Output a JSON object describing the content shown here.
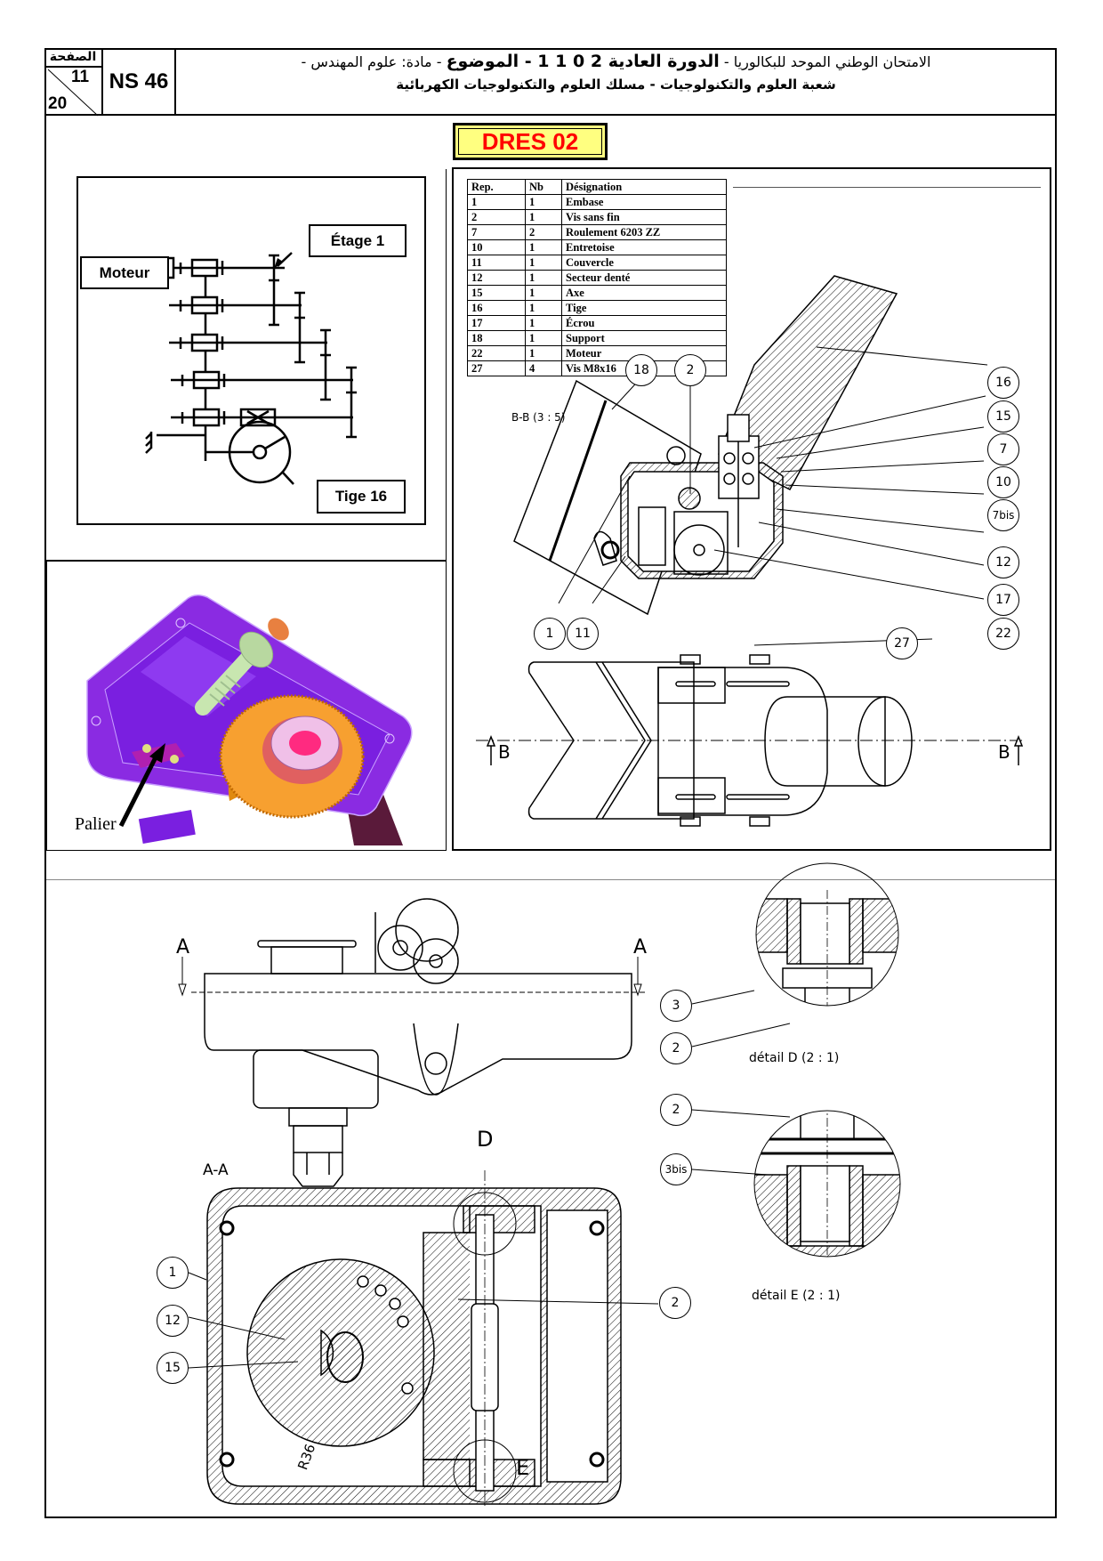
{
  "header": {
    "page_label": "الصفحة",
    "page_current": "11",
    "page_total": "20",
    "code": "NS 46",
    "line1_prefix": "الامتحان الوطني الموحد للبكالوريا - ",
    "line1_session": "الدورة العادية",
    "line1_year": " 2 0 1 1 - ",
    "line1_subject_label": "الموضوع",
    "line1_suffix": " - مادة: علوم المهندس -",
    "line2": "شعبة العلوم والتكنولوجيات -  مسلك العلوم والتكنولوجيات الكهربائية"
  },
  "document_title": "DRES 02",
  "kinematic_diagram": {
    "labels": {
      "motor": "Moteur",
      "stage": "Étage 1",
      "rod": "Tige 16"
    }
  },
  "render_3d": {
    "pointer_label": "Palier",
    "colors": {
      "housing": "#8a2be2",
      "gear": "#f7a030",
      "shaft": "#c8e6b0",
      "spring": "#e05050",
      "hub": "#ff2a80"
    }
  },
  "parts_list": {
    "headers": [
      "Rep.",
      "Nb",
      "Désignation"
    ],
    "rows": [
      [
        "1",
        "1",
        "Embase"
      ],
      [
        "2",
        "1",
        "Vis sans fin"
      ],
      [
        "7",
        "2",
        "Roulement  6203  ZZ"
      ],
      [
        "10",
        "1",
        "Entretoise"
      ],
      [
        "11",
        "1",
        "Couvercle"
      ],
      [
        "12",
        "1",
        "Secteur denté"
      ],
      [
        "15",
        "1",
        "Axe"
      ],
      [
        "16",
        "1",
        "Tige"
      ],
      [
        "17",
        "1",
        "Écrou"
      ],
      [
        "18",
        "1",
        "Support"
      ],
      [
        "22",
        "1",
        "Moteur"
      ],
      [
        "27",
        "4",
        "Vis M8x16"
      ]
    ]
  },
  "section_bb": {
    "title": "B-B (3 : 5)",
    "bubbles": [
      "18",
      "2",
      "16",
      "15",
      "7",
      "10",
      "7bis",
      "12",
      "17",
      "22",
      "1",
      "11",
      "27"
    ],
    "cut_letter_left": "B",
    "cut_letter_right": "B"
  },
  "bottom_drawing": {
    "cut_letter_left": "A",
    "cut_letter_right": "A",
    "section_title": "A-A",
    "detail_d_letter": "D",
    "detail_e_letter": "E",
    "radius_dim": "R36",
    "bubbles_section": [
      "1",
      "12",
      "15",
      "2"
    ],
    "detail_d_caption": "détail D (2 : 1)",
    "detail_d_bubbles": [
      "3",
      "2"
    ],
    "detail_e_caption": "détail E (2 : 1)",
    "detail_e_bubbles": [
      "2",
      "3bis"
    ]
  }
}
